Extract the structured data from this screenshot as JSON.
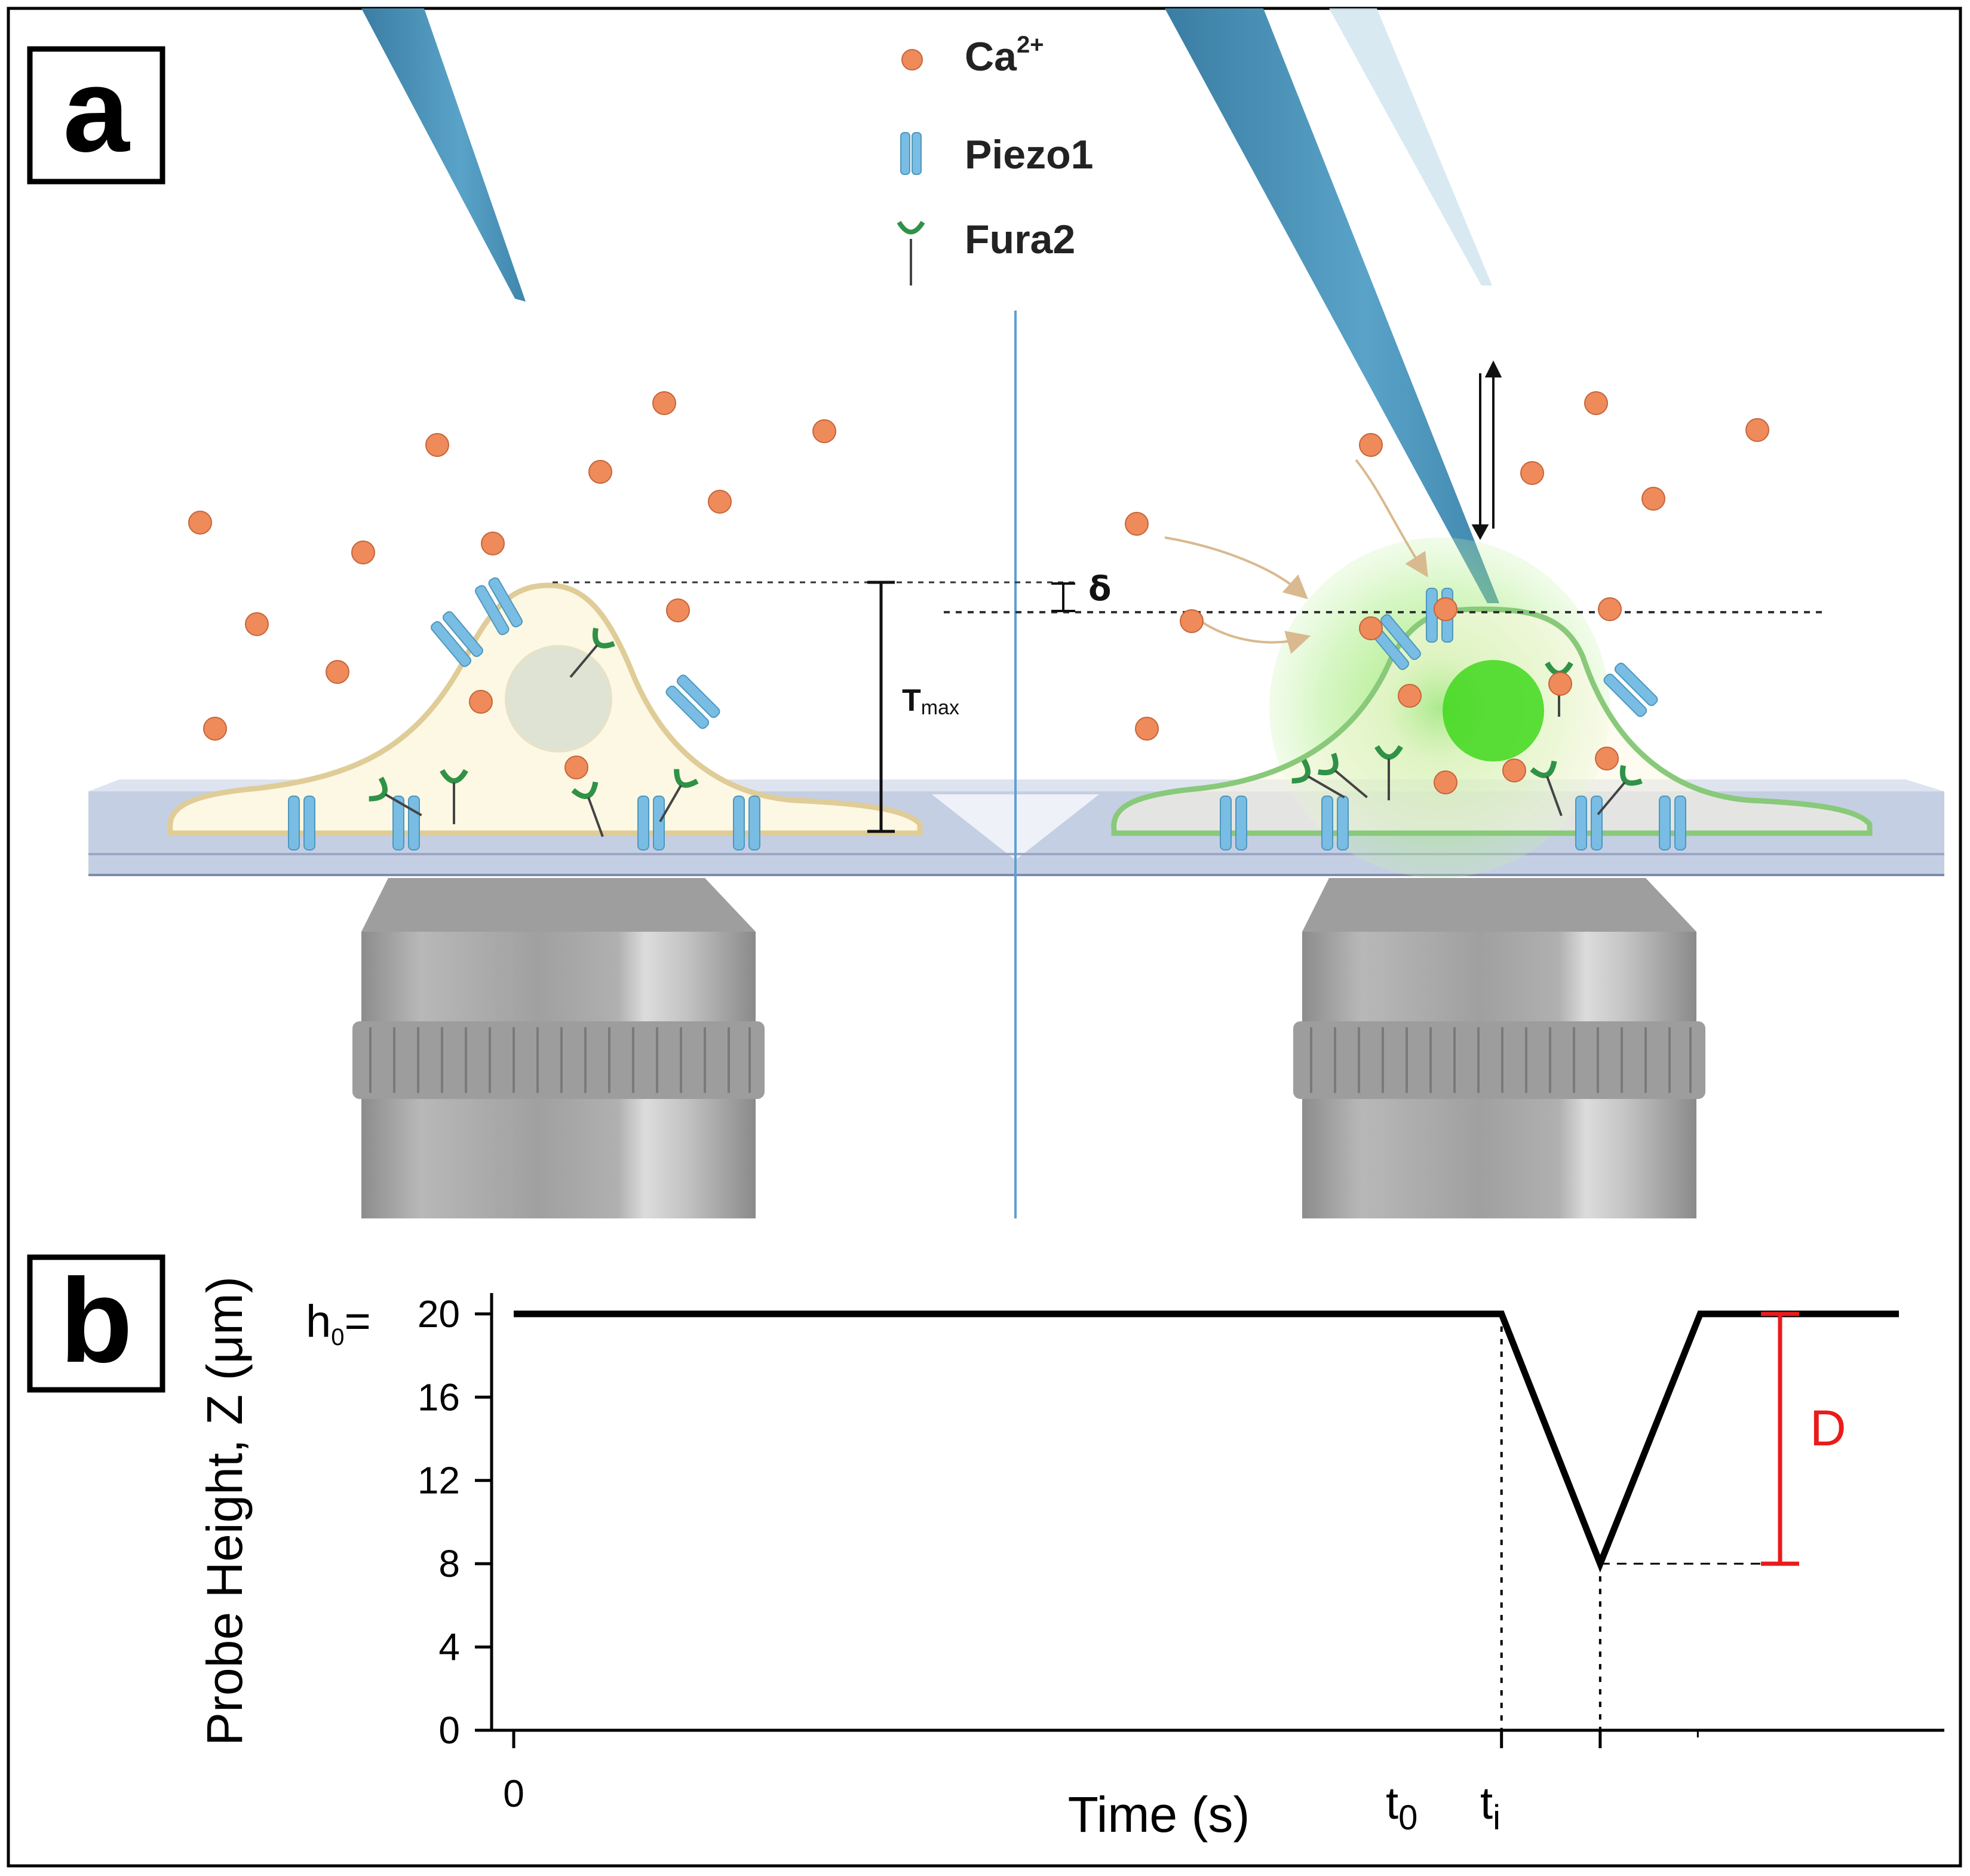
{
  "panel_a": {
    "label": "a",
    "legend": [
      {
        "symbol": "ca-dot",
        "label": "Ca",
        "sup": "2+"
      },
      {
        "symbol": "piezo1-channel",
        "label": "Piezo1"
      },
      {
        "symbol": "fura2-probe",
        "label": "Fura2"
      }
    ],
    "delta_label": "δ",
    "tmax_label": "T",
    "tmax_sub": "max"
  },
  "panel_b": {
    "label": "b",
    "ylabel": "Probe Height, Z (μm)",
    "xlabel": "Time (s)",
    "h0_label": "h",
    "h0_sub": "0",
    "h0_eq": "=",
    "d_label": "D",
    "t0_label": "t",
    "t0_sub": "0",
    "ti_label": "t",
    "ti_sub": "i",
    "x_zero": "0"
  },
  "chart_data": {
    "type": "line",
    "x_tick_labels": [
      "0",
      "t0",
      "ti"
    ],
    "y_ticks": [
      0,
      4,
      8,
      12,
      16,
      20
    ],
    "ylim": [
      0,
      21
    ],
    "series": [
      {
        "x": [
          0,
          0.701,
          0.771,
          0.842,
          0.983
        ],
        "y": [
          20,
          20,
          8,
          20,
          20
        ]
      }
    ],
    "annotations": {
      "h0": 20,
      "min_height": 8,
      "D": "h0 - 8"
    }
  },
  "colors": {
    "pipette": "#4f97bc",
    "pipette_ghost": "#cfe4ee",
    "calcium": "#ef8b5b",
    "piezo": "#79bde4",
    "fura": "#2f9247",
    "glow": "#7fe247",
    "cell_fill": "#fdf8e4",
    "cell_outline": "#dfcc97",
    "cell_outline_active": "#89c97a",
    "dish": "#c8d2e6",
    "objective": "#b2b2b2",
    "d_marker": "#ea1b1b"
  }
}
